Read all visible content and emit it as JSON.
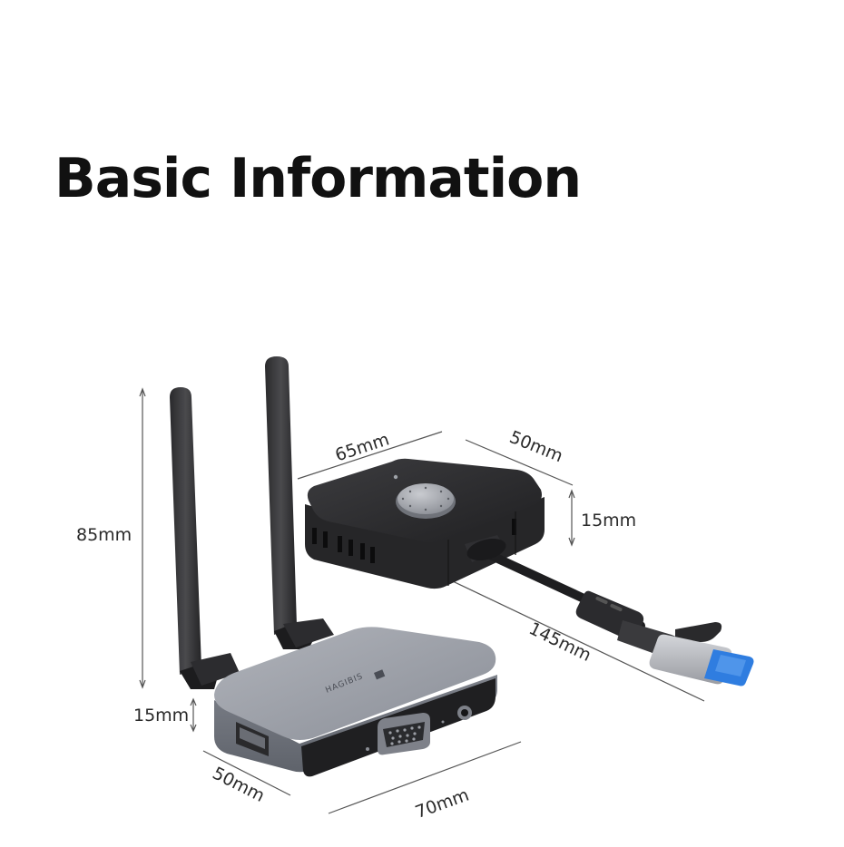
{
  "title": "Basic Information",
  "dimensions": {
    "receiver_height": "85mm",
    "receiver_thickness": "15mm",
    "receiver_depth": "50mm",
    "receiver_width": "70mm",
    "transmitter_width": "65mm",
    "transmitter_depth": "50mm",
    "transmitter_thickness": "15mm",
    "cable_length": "145mm"
  },
  "brand": "HAGIBIS",
  "colors": {
    "receiver_shell": "#8e929b",
    "receiver_top": "#9ea2ab",
    "dark_body": "#2b2b2d",
    "connector_blue": "#2f7de0",
    "dimension_line": "#555555"
  },
  "icons": [
    "antenna-icon",
    "vga-port-icon",
    "hdmi-port-icon",
    "usb-a-connector-icon",
    "usb-c-connector-icon",
    "push-button-icon"
  ]
}
